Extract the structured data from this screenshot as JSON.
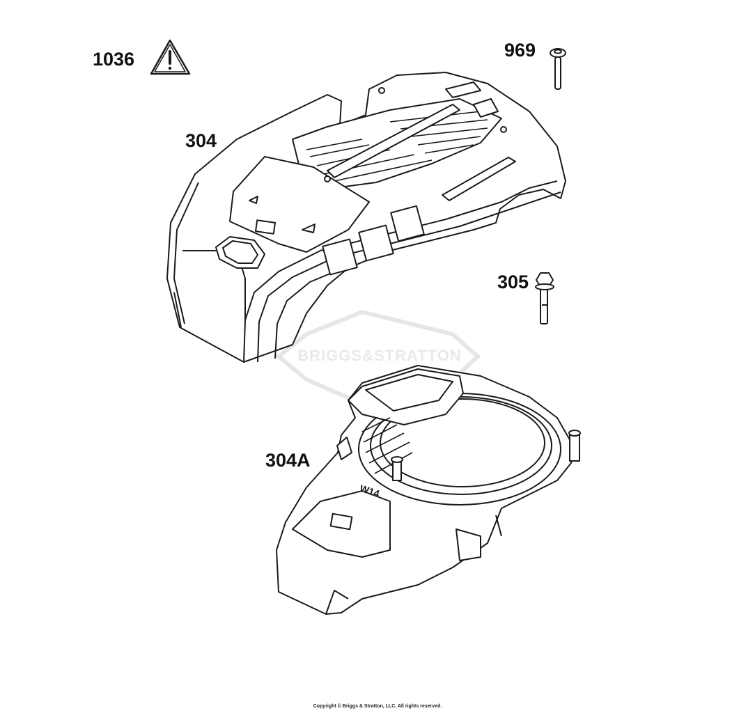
{
  "labels": {
    "warning": "1036",
    "screw_top": "969",
    "blower_housing": "304",
    "bolt": "305",
    "housing_inner": "304A"
  },
  "watermark": "BRIGGS&STRATTON",
  "part_marking": "W14",
  "copyright": "Copyright © Briggs & Stratton, LLC. All rights reserved.",
  "colors": {
    "line": "#1a1a1a",
    "watermark": "#e6e6e6",
    "background": "#ffffff"
  }
}
